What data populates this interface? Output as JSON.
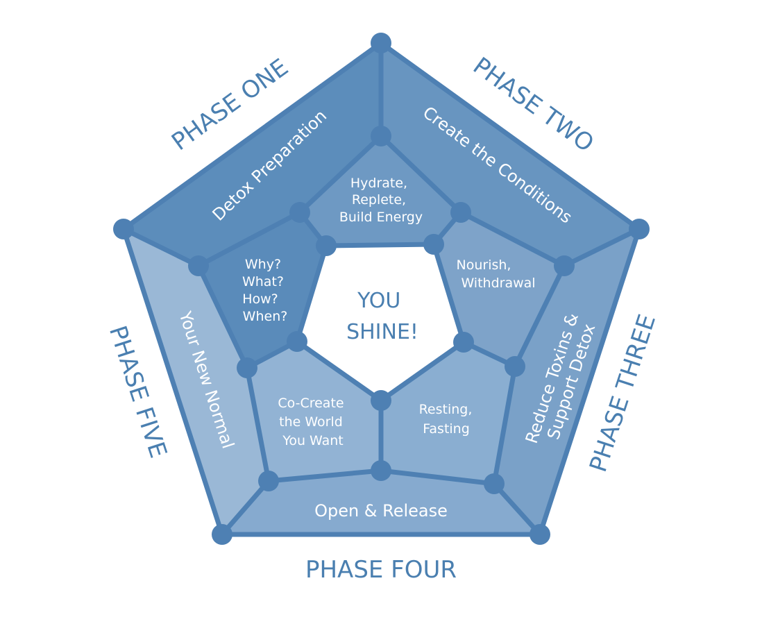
{
  "diagram": {
    "phases": [
      {
        "id": "one",
        "label": "PHASE ONE",
        "outer": "Detox Preparation",
        "inner": [
          "Why?",
          "What?",
          "How?",
          "When?"
        ]
      },
      {
        "id": "two",
        "label": "PHASE TWO",
        "outer": "Create the Conditions",
        "inner": [
          "Hydrate,",
          "Replete,",
          "Build Energy"
        ]
      },
      {
        "id": "three",
        "label": "PHASE THREE",
        "outer": [
          "Reduce Toxins &",
          "Support Detox"
        ],
        "inner": [
          "Nourish,",
          "Withdrawal"
        ]
      },
      {
        "id": "four",
        "label": "PHASE FOUR",
        "outer": "Open & Release",
        "inner": [
          "Resting,",
          "Fasting"
        ]
      },
      {
        "id": "five",
        "label": "PHASE FIVE",
        "outer": "Your New Normal",
        "inner": [
          "Co-Create",
          "the World",
          "You Want"
        ]
      }
    ],
    "center": [
      "YOU",
      "SHINE!"
    ],
    "colors": {
      "stroke": "#4e80b3",
      "label": "#4a7fb0",
      "outer_one": "#5c8dbb",
      "outer_two": "#6895c0",
      "outer_three": "#7aa1c8",
      "outer_four": "#86aacf",
      "outer_five": "#9ab8d6",
      "inner_one": "#5a8bba",
      "inner_two": "#6e99c3",
      "inner_three": "#7ea3c9",
      "inner_four": "#8aaed1",
      "inner_five": "#92b3d4"
    }
  }
}
